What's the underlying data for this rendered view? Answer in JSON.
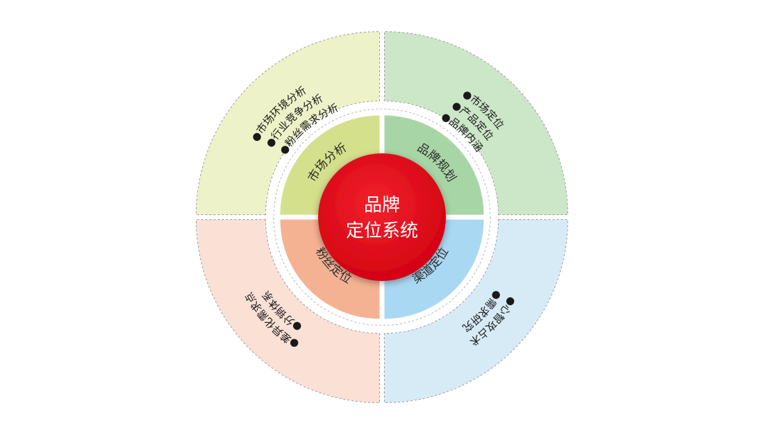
{
  "center": {
    "line1": "品牌",
    "line2": "定位系统",
    "color": "#e60012"
  },
  "quadrants": [
    {
      "id": "market-analysis",
      "label": "市场分析",
      "inner_color": "#d4e08c",
      "outer_color": "#eef2c8",
      "items": [
        "●市场环境分析",
        "●行业竞争分析",
        "●粉丝需求分析"
      ]
    },
    {
      "id": "brand-planning",
      "label": "品牌规划",
      "inner_color": "#a8d5a6",
      "outer_color": "#cce6c8",
      "items": [
        "●市场定位",
        "●产品定位",
        "●品牌内涵"
      ]
    },
    {
      "id": "fan-positioning",
      "label": "粉丝定位",
      "inner_color": "#a9d8f2",
      "outer_color": "#d7ebf7",
      "items": [
        "●心智攻占术",
        "●需求研究"
      ]
    },
    {
      "id": "channel-positioning",
      "label": "渠道定位",
      "inner_color": "#f4b293",
      "outer_color": "#fbe0d5",
      "items": [
        "●差异化需求点",
        "●分销体系"
      ]
    }
  ]
}
